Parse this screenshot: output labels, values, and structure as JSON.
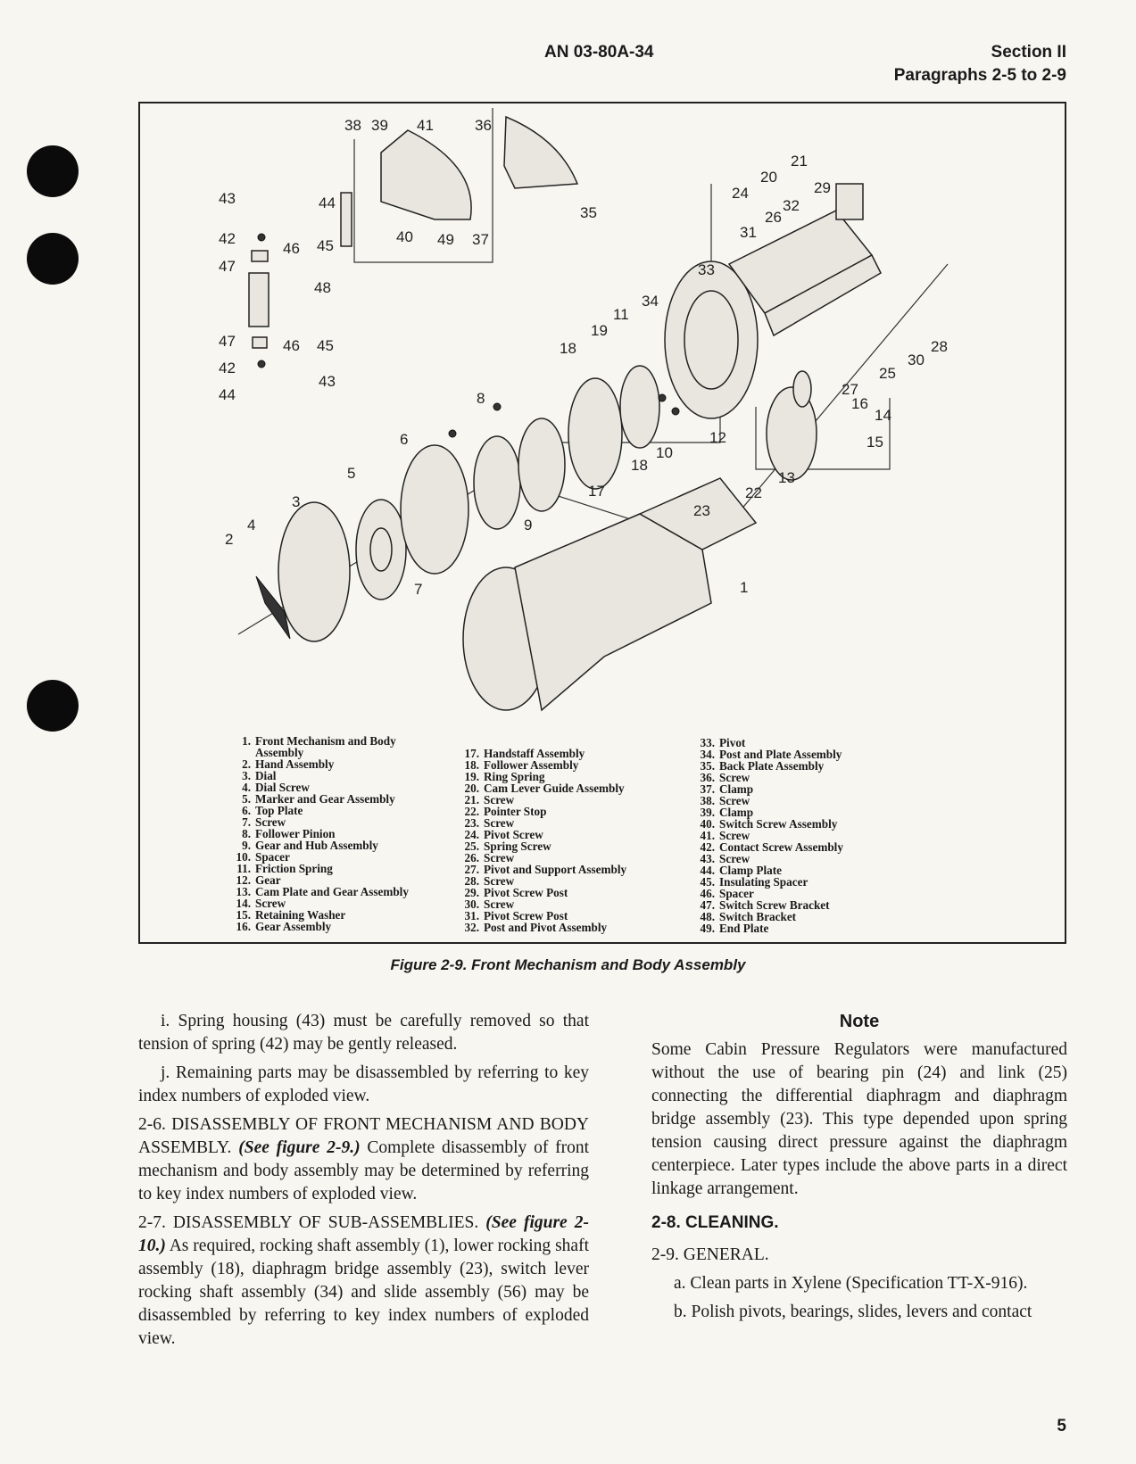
{
  "header": {
    "doc_id": "AN 03-80A-34",
    "section": "Section II",
    "paragraphs": "Paragraphs 2-5 to 2-9"
  },
  "figure": {
    "callouts": [
      "38",
      "39",
      "41",
      "36",
      "35",
      "21",
      "20",
      "29",
      "24",
      "32",
      "26",
      "31",
      "33",
      "34",
      "28",
      "30",
      "25",
      "27",
      "16",
      "14",
      "15",
      "13",
      "43",
      "44",
      "42",
      "46",
      "45",
      "47",
      "48",
      "47",
      "46",
      "45",
      "42",
      "43",
      "44",
      "40",
      "49",
      "37",
      "11",
      "19",
      "18",
      "8",
      "6",
      "10",
      "12",
      "17",
      "18",
      "9",
      "5",
      "3",
      "4",
      "2",
      "7",
      "22",
      "23",
      "1"
    ],
    "legend": [
      [
        {
          "n": "1.",
          "t": "Front Mechanism and Body"
        },
        {
          "n": "",
          "t": "Assembly"
        },
        {
          "n": "2.",
          "t": "Hand Assembly"
        },
        {
          "n": "3.",
          "t": "Dial"
        },
        {
          "n": "4.",
          "t": "Dial Screw"
        },
        {
          "n": "5.",
          "t": "Marker and Gear Assembly"
        },
        {
          "n": "6.",
          "t": "Top Plate"
        },
        {
          "n": "7.",
          "t": "Screw"
        },
        {
          "n": "8.",
          "t": "Follower Pinion"
        },
        {
          "n": "9.",
          "t": "Gear and Hub Assembly"
        },
        {
          "n": "10.",
          "t": "Spacer"
        },
        {
          "n": "11.",
          "t": "Friction Spring"
        },
        {
          "n": "12.",
          "t": "Gear"
        },
        {
          "n": "13.",
          "t": "Cam Plate and Gear Assembly"
        },
        {
          "n": "14.",
          "t": "Screw"
        },
        {
          "n": "15.",
          "t": "Retaining Washer"
        },
        {
          "n": "16.",
          "t": "Gear Assembly"
        }
      ],
      [
        {
          "n": "17.",
          "t": "Handstaff Assembly"
        },
        {
          "n": "18.",
          "t": "Follower Assembly"
        },
        {
          "n": "19.",
          "t": "Ring Spring"
        },
        {
          "n": "20.",
          "t": "Cam Lever Guide Assembly"
        },
        {
          "n": "21.",
          "t": "Screw"
        },
        {
          "n": "22.",
          "t": "Pointer Stop"
        },
        {
          "n": "23.",
          "t": "Screw"
        },
        {
          "n": "24.",
          "t": "Pivot Screw"
        },
        {
          "n": "25.",
          "t": "Spring Screw"
        },
        {
          "n": "26.",
          "t": "Screw"
        },
        {
          "n": "27.",
          "t": "Pivot and Support Assembly"
        },
        {
          "n": "28.",
          "t": "Screw"
        },
        {
          "n": "29.",
          "t": "Pivot Screw Post"
        },
        {
          "n": "30.",
          "t": "Screw"
        },
        {
          "n": "31.",
          "t": "Pivot Screw Post"
        },
        {
          "n": "32.",
          "t": "Post and Pivot Assembly"
        }
      ],
      [
        {
          "n": "33.",
          "t": "Pivot"
        },
        {
          "n": "34.",
          "t": "Post and Plate Assembly"
        },
        {
          "n": "35.",
          "t": "Back Plate Assembly"
        },
        {
          "n": "36.",
          "t": "Screw"
        },
        {
          "n": "37.",
          "t": "Clamp"
        },
        {
          "n": "38.",
          "t": "Screw"
        },
        {
          "n": "39.",
          "t": "Clamp"
        },
        {
          "n": "40.",
          "t": "Switch Screw Assembly"
        },
        {
          "n": "41.",
          "t": "Screw"
        },
        {
          "n": "42.",
          "t": "Contact Screw Assembly"
        },
        {
          "n": "43.",
          "t": "Screw"
        },
        {
          "n": "44.",
          "t": "Clamp Plate"
        },
        {
          "n": "45.",
          "t": "Insulating Spacer"
        },
        {
          "n": "46.",
          "t": "Spacer"
        },
        {
          "n": "47.",
          "t": "Switch Screw Bracket"
        },
        {
          "n": "48.",
          "t": "Switch Bracket"
        },
        {
          "n": "49.",
          "t": "End Plate"
        }
      ]
    ],
    "caption": "Figure 2-9. Front Mechanism and Body Assembly"
  },
  "body": {
    "p_i": "i. Spring housing (43) must be carefully removed so that tension of spring (42) may be gently released.",
    "p_j": "j. Remaining parts may be disassembled by referring to key index numbers of exploded view.",
    "p26_head": "2-6. DISASSEMBLY OF FRONT MECHANISM AND BODY ASSEMBLY.",
    "p26_ref": "(See figure 2-9.)",
    "p26_text": "Complete disassembly of front mechanism and body assembly may be determined by referring to key index numbers of exploded view.",
    "p27_head": "2-7. DISASSEMBLY OF SUB-ASSEMBLIES.",
    "p27_ref": "(See figure 2-10.)",
    "p27_text": "As required, rocking shaft assembly (1), lower rocking shaft assembly (18), diaphragm bridge assembly (23), switch lever rocking shaft assembly (34) and slide assembly (56) may be disassembled by referring to key index numbers of exploded view.",
    "note_title": "Note",
    "note_text": "Some Cabin Pressure Regulators were manufactured without the use of bearing pin (24) and link (25) connecting the differential diaphragm and diaphragm bridge assembly (23). This type depended upon spring tension causing direct pressure against the diaphragm centerpiece. Later types include the above parts in a direct linkage arrangement.",
    "cleaning": "2-8. CLEANING.",
    "general": "2-9. GENERAL.",
    "p_a": "a. Clean parts in Xylene (Specification TT-X-916).",
    "p_b": "b. Polish pivots, bearings, slides, levers and contact"
  },
  "page_number": "5"
}
